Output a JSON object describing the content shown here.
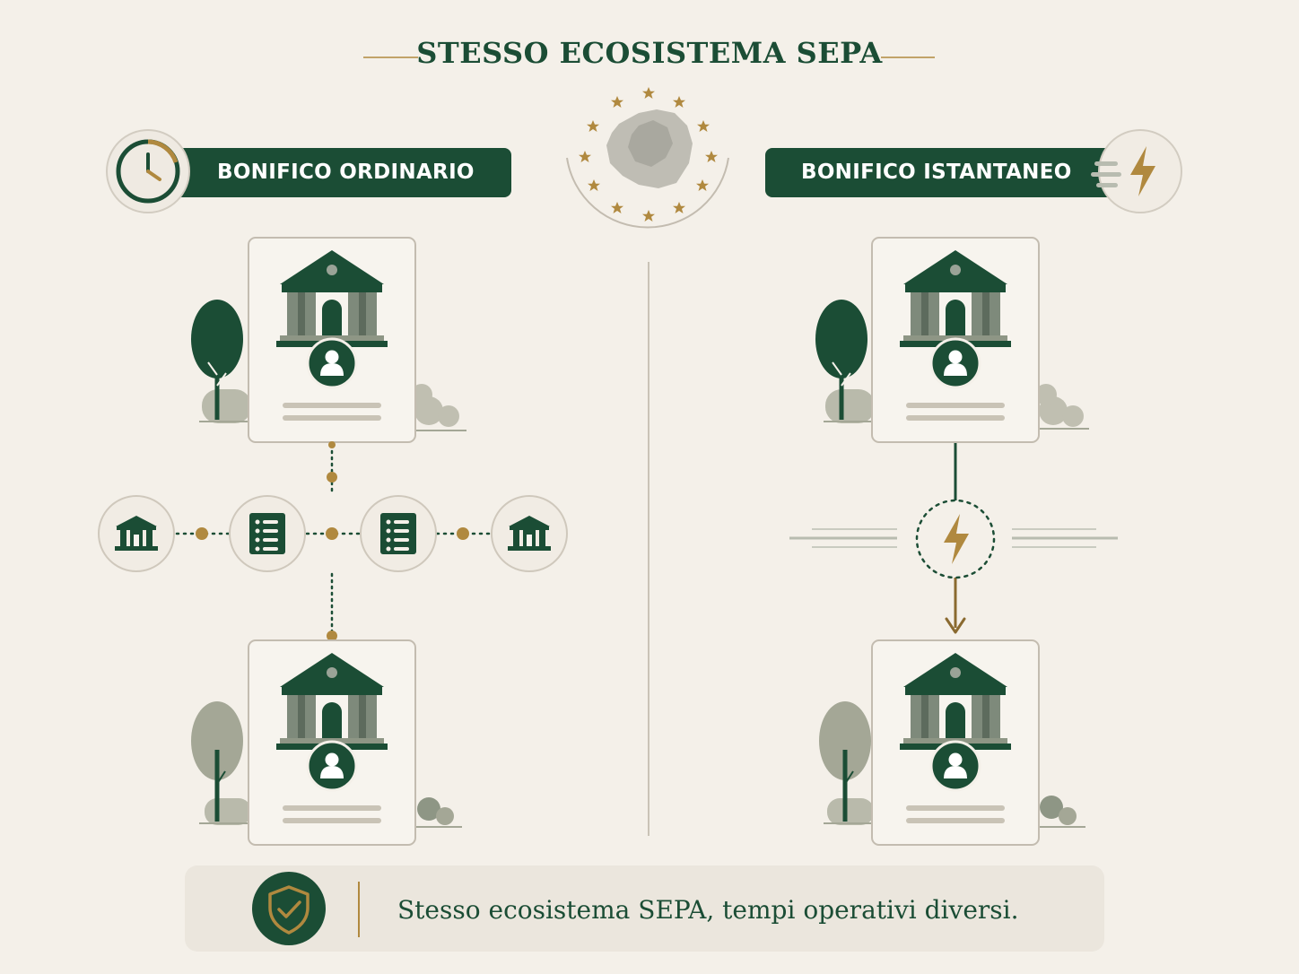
{
  "title": "STESSO ECOSISTEMA SEPA",
  "left": {
    "label": "BONIFICO ORDINARIO",
    "icon": "clock-icon"
  },
  "right": {
    "label": "BONIFICO ISTANTANEO",
    "icon": "lightning-icon"
  },
  "footer": {
    "text": "Stesso ecosistema SEPA, tempi operativi diversi.",
    "icon": "shield-check-icon"
  },
  "colors": {
    "background": "#f4f0e9",
    "primary": "#1b4d35",
    "accent": "#b0893f",
    "muted": "#a4a796"
  }
}
